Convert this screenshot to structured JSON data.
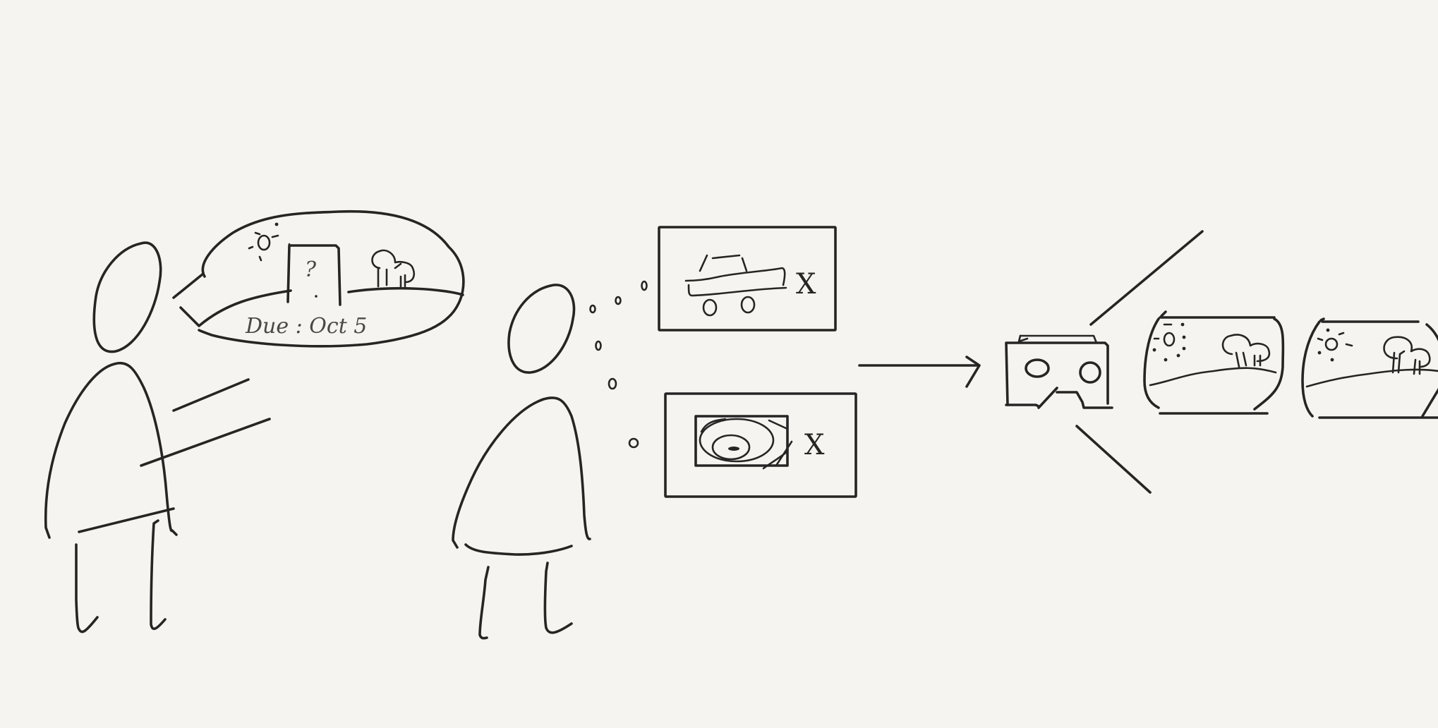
{
  "canvas": {
    "background": "#f5f4f0",
    "ink_color": "#262524"
  },
  "speech_bubble": {
    "due_label": "Due : Oct 5"
  },
  "mystery_door": {
    "symbol": "?"
  },
  "option_car": {
    "reject_mark": "X"
  },
  "option_vinyl": {
    "reject_mark": "X"
  }
}
